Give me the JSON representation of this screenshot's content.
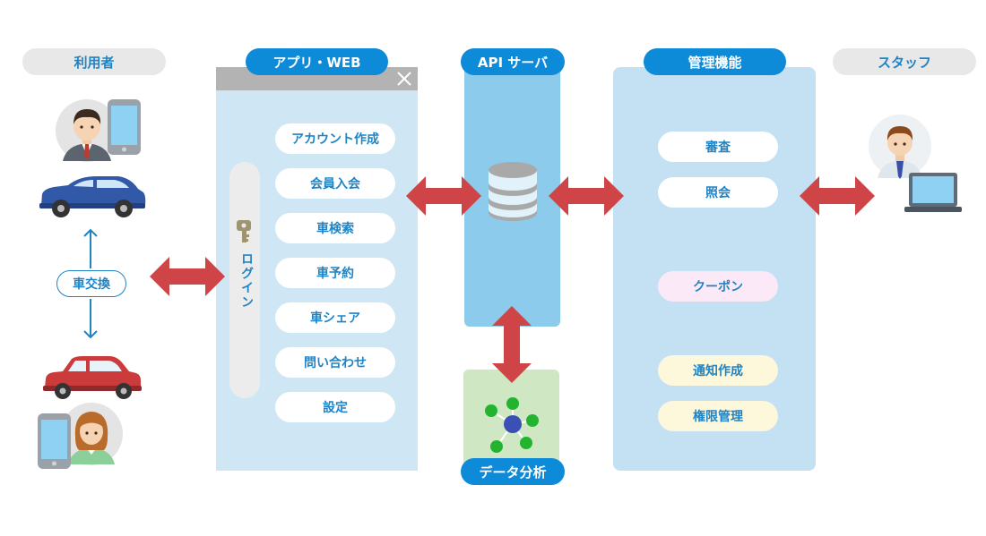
{
  "headers": {
    "user": "利用者",
    "app": "アプリ・WEB",
    "api": "API サーバ",
    "admin": "管理機能",
    "staff": "スタッフ"
  },
  "user_section": {
    "exchange_label": "車交換"
  },
  "app_panel": {
    "login_label": "ログイン",
    "menu": [
      "アカウント作成",
      "会員入会",
      "車検索",
      "車予約",
      "車シェア",
      "問い合わせ",
      "設定"
    ]
  },
  "analytics": {
    "label": "データ分析"
  },
  "admin_panel": {
    "items": [
      "審査",
      "照会",
      "クーポン",
      "通知作成",
      "権限管理"
    ]
  },
  "colors": {
    "accent": "#0d8ad8",
    "text_blue": "#1f84c6",
    "arrow_red": "#cf4547",
    "coupon_bg": "#fbe9f7",
    "notify_bg": "#fdf7dc"
  }
}
